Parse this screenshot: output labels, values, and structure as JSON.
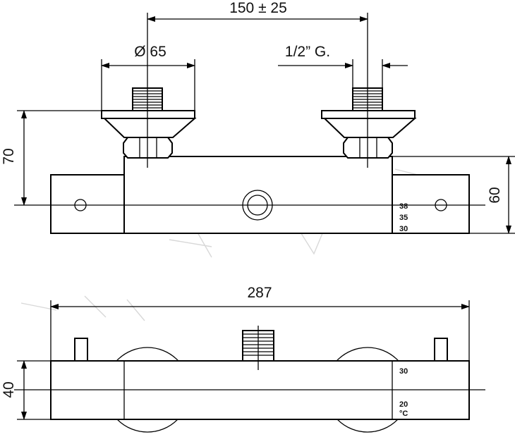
{
  "dimensions": {
    "center_distance": "150 ± 25",
    "flange_diameter": "Ø 65",
    "thread": "1/2” G.",
    "height_total": "70",
    "body_height": "60",
    "overall_length": "287",
    "depth": "40"
  },
  "front_scale": [
    "38",
    "35",
    "30"
  ],
  "bottom_scale": [
    "30",
    "20",
    "°C"
  ]
}
